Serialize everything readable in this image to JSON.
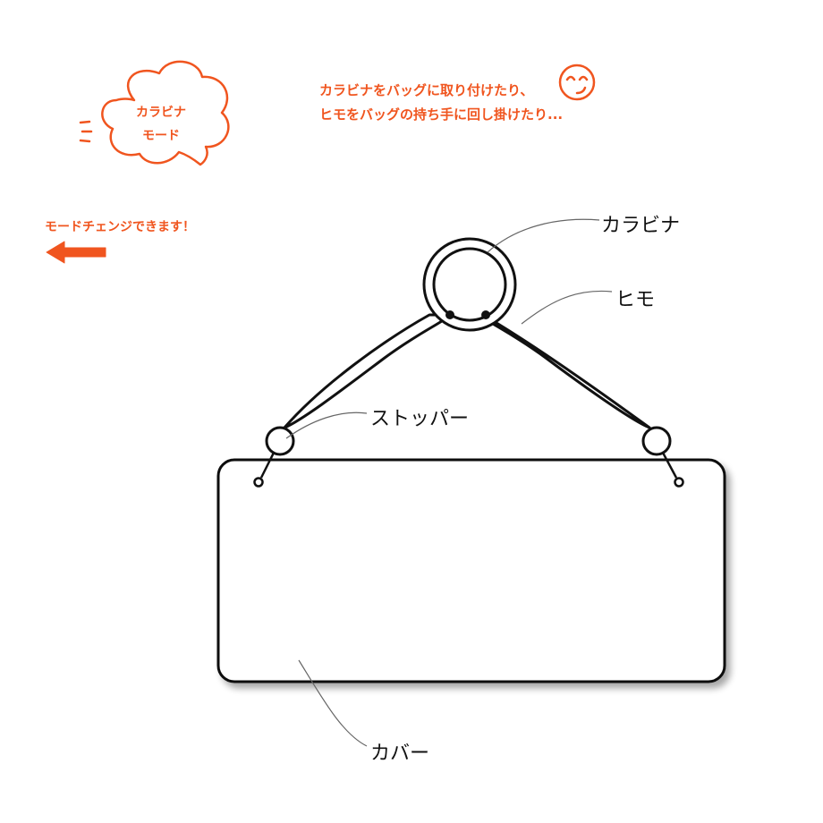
{
  "bubble": {
    "line1": "カラビナ",
    "line2": "モード"
  },
  "note": {
    "line1": "カラビナをバッグに取り付けたり、",
    "line2": "ヒモをバッグの持ち手に回し掛けたり..."
  },
  "mode_change": {
    "text": "モードチェンジできます！"
  },
  "labels": {
    "carabiner": "カラビナ",
    "strap": "ヒモ",
    "stopper": "ストッパー",
    "cover": "カバー"
  },
  "colors": {
    "accent": "#f0551f",
    "line": "#111111",
    "leader": "#666666"
  },
  "icons": [
    "smiley-face-icon",
    "left-arrow-icon",
    "speed-lines-icon"
  ]
}
